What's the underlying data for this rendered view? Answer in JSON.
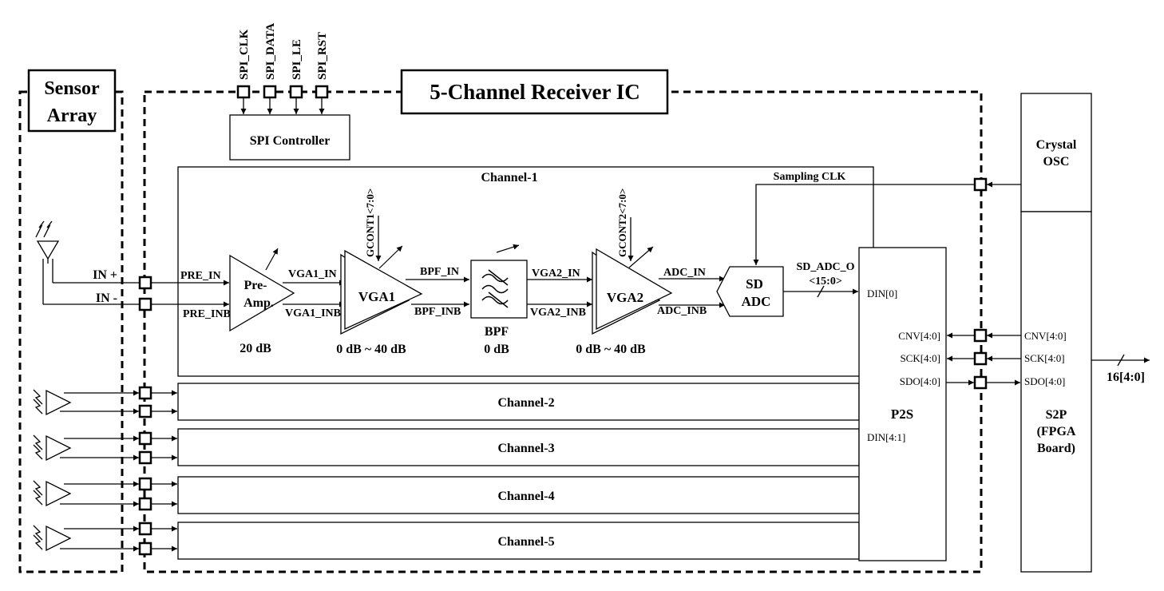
{
  "sensor_array": {
    "title_line1": "Sensor",
    "title_line2": "Array"
  },
  "receiver_ic": {
    "title": "5-Channel Receiver IC"
  },
  "spi": {
    "pins": [
      "SPI_CLK",
      "SPI_DATA",
      "SPI_LE",
      "SPI_RST"
    ],
    "controller_label": "SPI Controller"
  },
  "channel1": {
    "title": "Channel-1",
    "sampling_clk": "Sampling CLK",
    "in_plus": "IN +",
    "in_minus": "IN -",
    "pre_in": "PRE_IN",
    "pre_inb": "PRE_INB",
    "preamp_line1": "Pre-",
    "preamp_line2": "Amp.",
    "preamp_gain": "20 dB",
    "vga1_in": "VGA1_IN",
    "vga1_inb": "VGA1_INB",
    "vga1_label": "VGA1",
    "gcont1": "GCONT1<7:0>",
    "vga1_gain": "0 dB ~ 40 dB",
    "bpf_in": "BPF_IN",
    "bpf_inb": "BPF_INB",
    "bpf_label": "BPF",
    "bpf_gain": "0 dB",
    "vga2_in": "VGA2_IN",
    "vga2_inb": "VGA2_INB",
    "vga2_label": "VGA2",
    "gcont2": "GCONT2<7:0>",
    "vga2_gain": "0 dB ~ 40 dB",
    "adc_in": "ADC_IN",
    "adc_inb": "ADC_INB",
    "sdadc_line1": "SD",
    "sdadc_line2": "ADC",
    "sd_adc_o": "SD_ADC_O",
    "sd_adc_o_bits": "<15:0>"
  },
  "other_channels": [
    "Channel-2",
    "Channel-3",
    "Channel-4",
    "Channel-5"
  ],
  "p2s": {
    "label": "P2S",
    "din0": "DIN[0]",
    "din41": "DIN[4:1]",
    "cnv": "CNV[4:0]",
    "sck": "SCK[4:0]",
    "sdo": "SDO[4:0]"
  },
  "crystal": {
    "line1": "Crystal",
    "line2": "OSC"
  },
  "s2p": {
    "line1": "S2P",
    "line2": "(FPGA",
    "line3": "Board)",
    "cnv": "CNV[4:0]",
    "sck": "SCK[4:0]",
    "sdo": "SDO[4:0]",
    "output": "16[4:0]"
  }
}
